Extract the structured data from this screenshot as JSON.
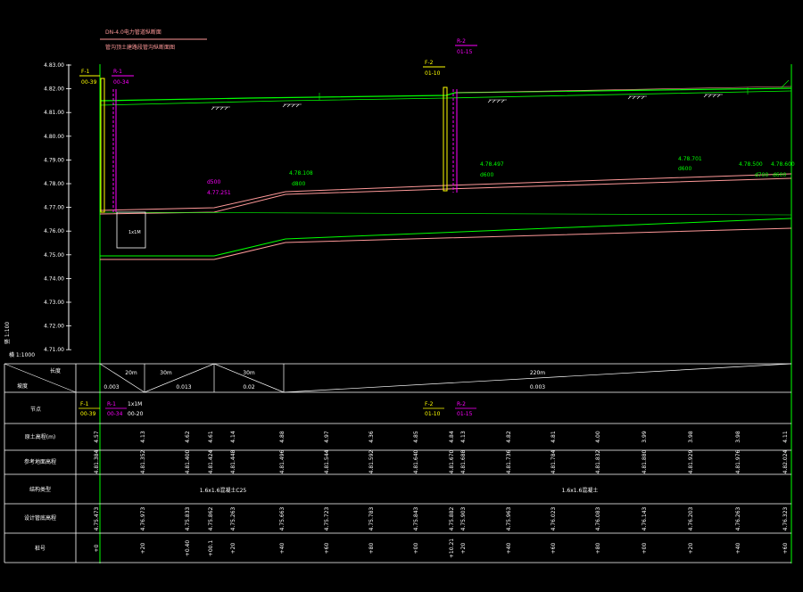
{
  "header": {
    "line1": "DN-4.0电力管道纵断面",
    "line2": "管沟顶土建路段管沟纵断面图"
  },
  "colors": {
    "background": "#000000",
    "grid": "#00ff00",
    "white": "#ffffff",
    "pink": "#ff9999",
    "magenta": "#ff00ff",
    "yellow": "#ffff00"
  },
  "scale": {
    "vertical": "竖 1:100",
    "horizontal": "横 1:1000"
  },
  "y_axis": {
    "ticks": [
      "4.83.00",
      "4.82.00",
      "4.81.00",
      "4.80.00",
      "4.79.00",
      "4.78.00",
      "4.77.00",
      "4.76.00",
      "4.75.00",
      "4.74.00",
      "4.73.00",
      "4.72.00",
      "4.71.00"
    ]
  },
  "nodes": [
    {
      "code": "F-1",
      "chainage": "00-39"
    },
    {
      "code": "R-1",
      "chainage": "00-34"
    },
    {
      "code": "F-2",
      "chainage": "01-10"
    },
    {
      "code": "R-2",
      "chainage": "01-15"
    }
  ],
  "profile_labels": {
    "box": "1x1M",
    "d500": "d500",
    "elev1": "4.77.251",
    "elev2": "4.78.108",
    "d800": "d800",
    "elev3": "4.78.497",
    "d600a": "d600",
    "elev4": "4.78.701",
    "d600b": "d600",
    "elev5": "4.78.500",
    "elev6": "4.78.600",
    "d700": "d700",
    "d600c": "d600"
  },
  "table": {
    "row_labels": [
      "长度\n坡度",
      "节点",
      "原土高程(m)",
      "参考地面高程",
      "结构类型",
      "设计管底高程",
      "桩号"
    ],
    "slope_segments": [
      {
        "length": "20m",
        "slope": "0.003"
      },
      {
        "length": "30m",
        "slope": "0.013"
      },
      {
        "length": "30m",
        "slope": "0.02"
      },
      {
        "length": "220m",
        "slope": "0.003"
      }
    ],
    "node_row": [
      {
        "code": "F-1",
        "chainage": "00-39"
      },
      {
        "code": "R-1",
        "chainage": "00-34"
      },
      {
        "code": "1x1M",
        "chainage": "00-20"
      },
      {
        "code": "F-2",
        "chainage": "01-10"
      },
      {
        "code": "R-2",
        "chainage": "01-15"
      }
    ],
    "orig_ground": [
      "4.57",
      "4.13",
      "4.62",
      "4.61",
      "4.14",
      "4.88",
      "4.97",
      "4.36",
      "4.85",
      "4.84",
      "4.13",
      "4.82",
      "4.81",
      "4.00",
      "3.99",
      "3.98",
      "3.98",
      "4.11"
    ],
    "ref_ground": [
      "4.81.384",
      "4.81.352",
      "4.81.400",
      "4.81.424",
      "4.81.448",
      "4.81.496",
      "4.81.544",
      "4.81.592",
      "4.81.640",
      "4.81.670",
      "4.81.688",
      "4.81.736",
      "4.81.784",
      "4.81.832",
      "4.81.880",
      "4.81.929",
      "4.81.976",
      "4.82.024"
    ],
    "structure": {
      "left": "1.6x1.6混凝土C25",
      "right": "1.6x1.6混凝土"
    },
    "invert": [
      "4.75.473",
      "4.76.973",
      "4.75.833",
      "4.75.862",
      "4.75.263",
      "4.75.663",
      "4.75.723",
      "4.75.783",
      "4.75.843",
      "4.75.882",
      "4.75.903",
      "4.75.963",
      "4.76.023",
      "4.76.083",
      "4.76.143",
      "4.76.203",
      "4.76.263",
      "4.76.323"
    ],
    "stations": [
      "+0",
      "+20",
      "+0.40",
      "+00.1",
      "+20",
      "+40",
      "+60",
      "+80",
      "+00",
      "+10.21",
      "+20",
      "+40",
      "+60",
      "+80",
      "+00",
      "+20",
      "+40",
      "+60"
    ]
  }
}
